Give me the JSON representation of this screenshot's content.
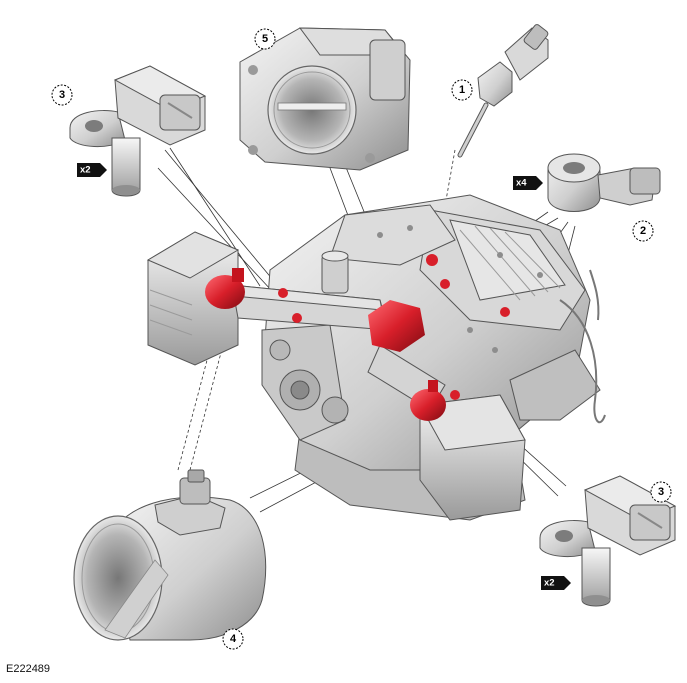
{
  "figure_ref": "E222489",
  "callouts": {
    "c1": "1",
    "c2": "2",
    "c3a": "3",
    "c3b": "3",
    "c4": "4",
    "c5": "5"
  },
  "quantities": {
    "knock_sensor": "x4",
    "camshaft_sensor_left": "x2",
    "camshaft_sensor_right": "x2"
  },
  "colors": {
    "highlight": "#d81f2a",
    "line": "#333333",
    "part_light": "#e9e9e9",
    "part_mid": "#c8c8c8",
    "part_dark": "#8a8a8a"
  }
}
